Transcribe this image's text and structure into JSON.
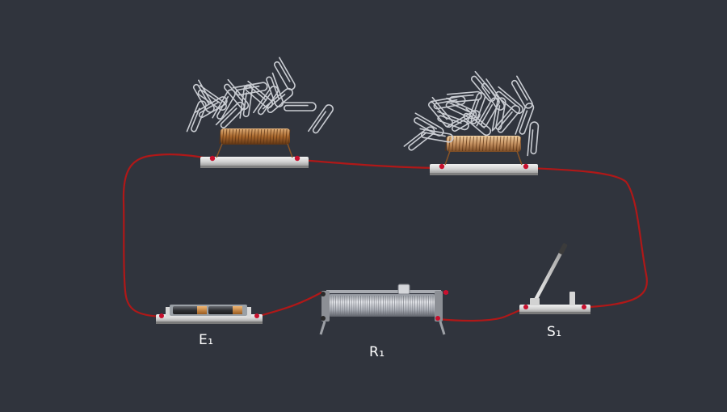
{
  "components": {
    "battery": {
      "label": "E₁"
    },
    "rheostat": {
      "label": "R₁"
    },
    "switch": {
      "label": "S₁"
    },
    "electromagnet_left": {
      "label": "",
      "coil_turns": 22
    },
    "electromagnet_right": {
      "label": "",
      "coil_turns": 22
    }
  },
  "colors": {
    "background": "#30343d",
    "wire": "#b01818",
    "coil": "#b5793f",
    "base": "#d6d6d6",
    "terminal": "#c8102e",
    "paperclip": "#c9ccd2"
  },
  "paperclips": {
    "left_count": 16,
    "right_count": 20
  }
}
